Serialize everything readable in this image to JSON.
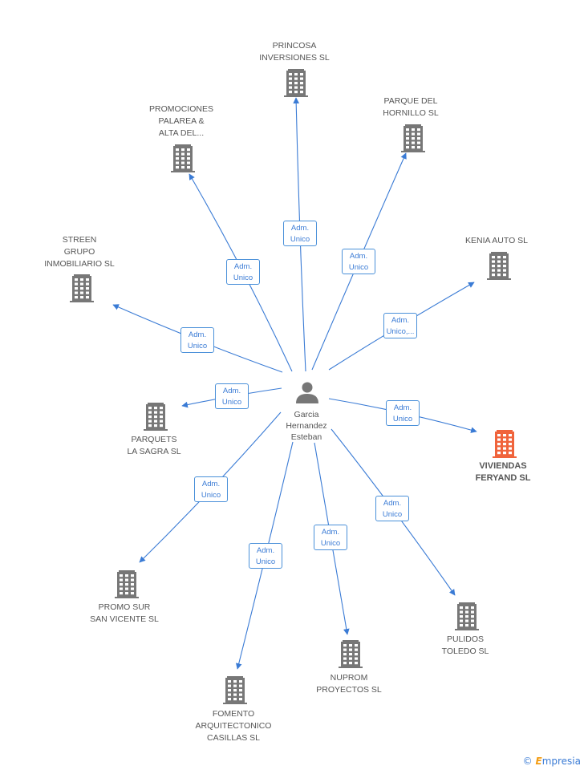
{
  "center": {
    "name": "Garcia\nHernandez\nEsteban"
  },
  "companies": [
    {
      "id": "princosa",
      "name": "PRINCOSA\nINVERSIONES SL",
      "highlight": false
    },
    {
      "id": "promociones",
      "name": "PROMOCIONES\nPALAREA &\nALTA DEL...",
      "highlight": false
    },
    {
      "id": "parque",
      "name": "PARQUE DEL\nHORNILLO SL",
      "highlight": false
    },
    {
      "id": "kenia",
      "name": "KENIA AUTO  SL",
      "highlight": false
    },
    {
      "id": "streen",
      "name": "STREEN\nGRUPO\nINMOBILIARIO SL",
      "highlight": false
    },
    {
      "id": "parquets",
      "name": "PARQUETS\nLA SAGRA SL",
      "highlight": false
    },
    {
      "id": "viviendas",
      "name": "VIVIENDAS\nFERYAND SL",
      "highlight": true
    },
    {
      "id": "promosur",
      "name": "PROMO SUR\nSAN VICENTE SL",
      "highlight": false
    },
    {
      "id": "pulidos",
      "name": "PULIDOS\nTOLEDO SL",
      "highlight": false
    },
    {
      "id": "nuprom",
      "name": "NUPROM\nPROYECTOS SL",
      "highlight": false
    },
    {
      "id": "fomento",
      "name": "FOMENTO\nARQUITECTONICO\nCASILLAS SL",
      "highlight": false
    }
  ],
  "edges": [
    {
      "to": "princosa",
      "label": "Adm.\nUnico"
    },
    {
      "to": "promociones",
      "label": "Adm.\nUnico"
    },
    {
      "to": "parque",
      "label": "Adm.\nUnico"
    },
    {
      "to": "kenia",
      "label": "Adm.\nUnico,..."
    },
    {
      "to": "streen",
      "label": "Adm.\nUnico"
    },
    {
      "to": "parquets",
      "label": "Adm.\nUnico"
    },
    {
      "to": "viviendas",
      "label": "Adm.\nUnico"
    },
    {
      "to": "promosur",
      "label": "Adm.\nUnico"
    },
    {
      "to": "pulidos",
      "label": "Adm.\nUnico"
    },
    {
      "to": "nuprom",
      "label": "Adm.\nUnico"
    },
    {
      "to": "fomento",
      "label": "Adm.\nUnico"
    }
  ],
  "colors": {
    "edge": "#3a7bd5",
    "building": "#777777",
    "building_highlight": "#f0643c",
    "person": "#777777"
  },
  "footer": {
    "copyright": "©",
    "brand_initial": "E",
    "brand_rest": "mpresia"
  }
}
